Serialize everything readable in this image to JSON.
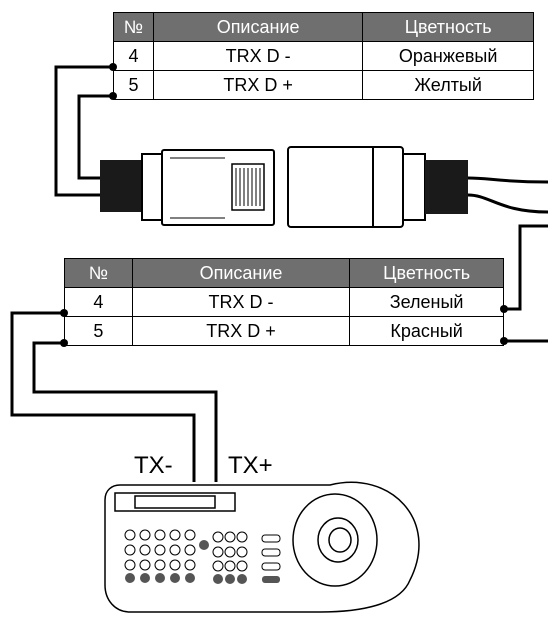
{
  "table_top": {
    "headers": [
      "№",
      "Описание",
      "Цветность"
    ],
    "rows": [
      [
        "4",
        "TRX D -",
        "Оранжевый"
      ],
      [
        "5",
        "TRX D +",
        "Желтый"
      ]
    ]
  },
  "table_bottom": {
    "headers": [
      "№",
      "Описание",
      "Цветность"
    ],
    "rows": [
      [
        "4",
        "TRX D -",
        "Зеленый"
      ],
      [
        "5",
        "TRX D +",
        "Красный"
      ]
    ]
  },
  "labels": {
    "tx_minus": "TX-",
    "tx_plus": "TX+"
  },
  "colors": {
    "header_bg": "#6f6f6f",
    "line": "#000000"
  }
}
